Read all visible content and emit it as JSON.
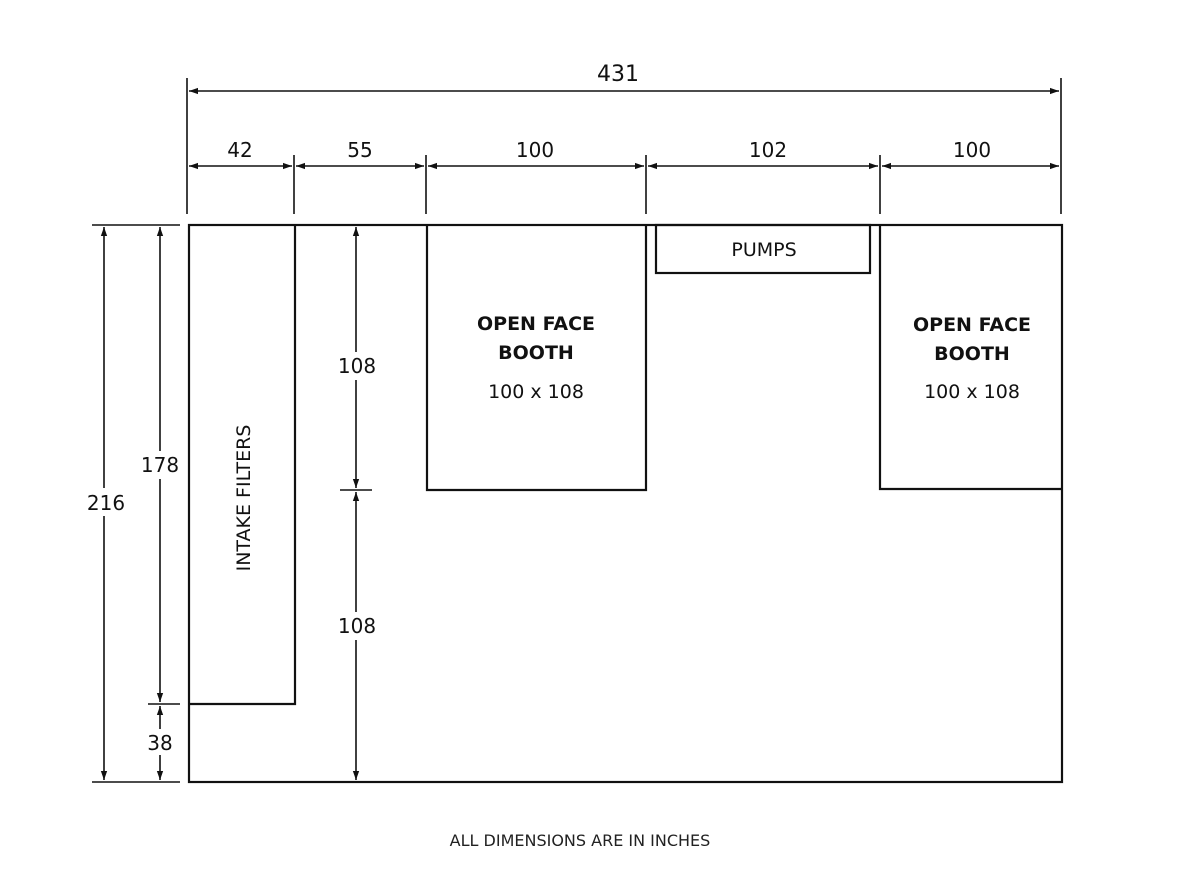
{
  "dimensions": {
    "overall_width": "431",
    "segments": [
      "42",
      "55",
      "100",
      "102",
      "100"
    ],
    "overall_height": "216",
    "intake_height": "178",
    "bottom_gap": "38",
    "booth_depth_upper": "108",
    "booth_depth_lower": "108"
  },
  "rooms": {
    "intake": {
      "label": "INTAKE FILTERS"
    },
    "booth_left": {
      "line1": "OPEN FACE",
      "line2": "BOOTH",
      "size": "100 x 108"
    },
    "pumps": {
      "label": "PUMPS"
    },
    "booth_right": {
      "line1": "OPEN FACE",
      "line2": "BOOTH",
      "size": "100 x 108"
    }
  },
  "note": "ALL DIMENSIONS ARE IN INCHES"
}
